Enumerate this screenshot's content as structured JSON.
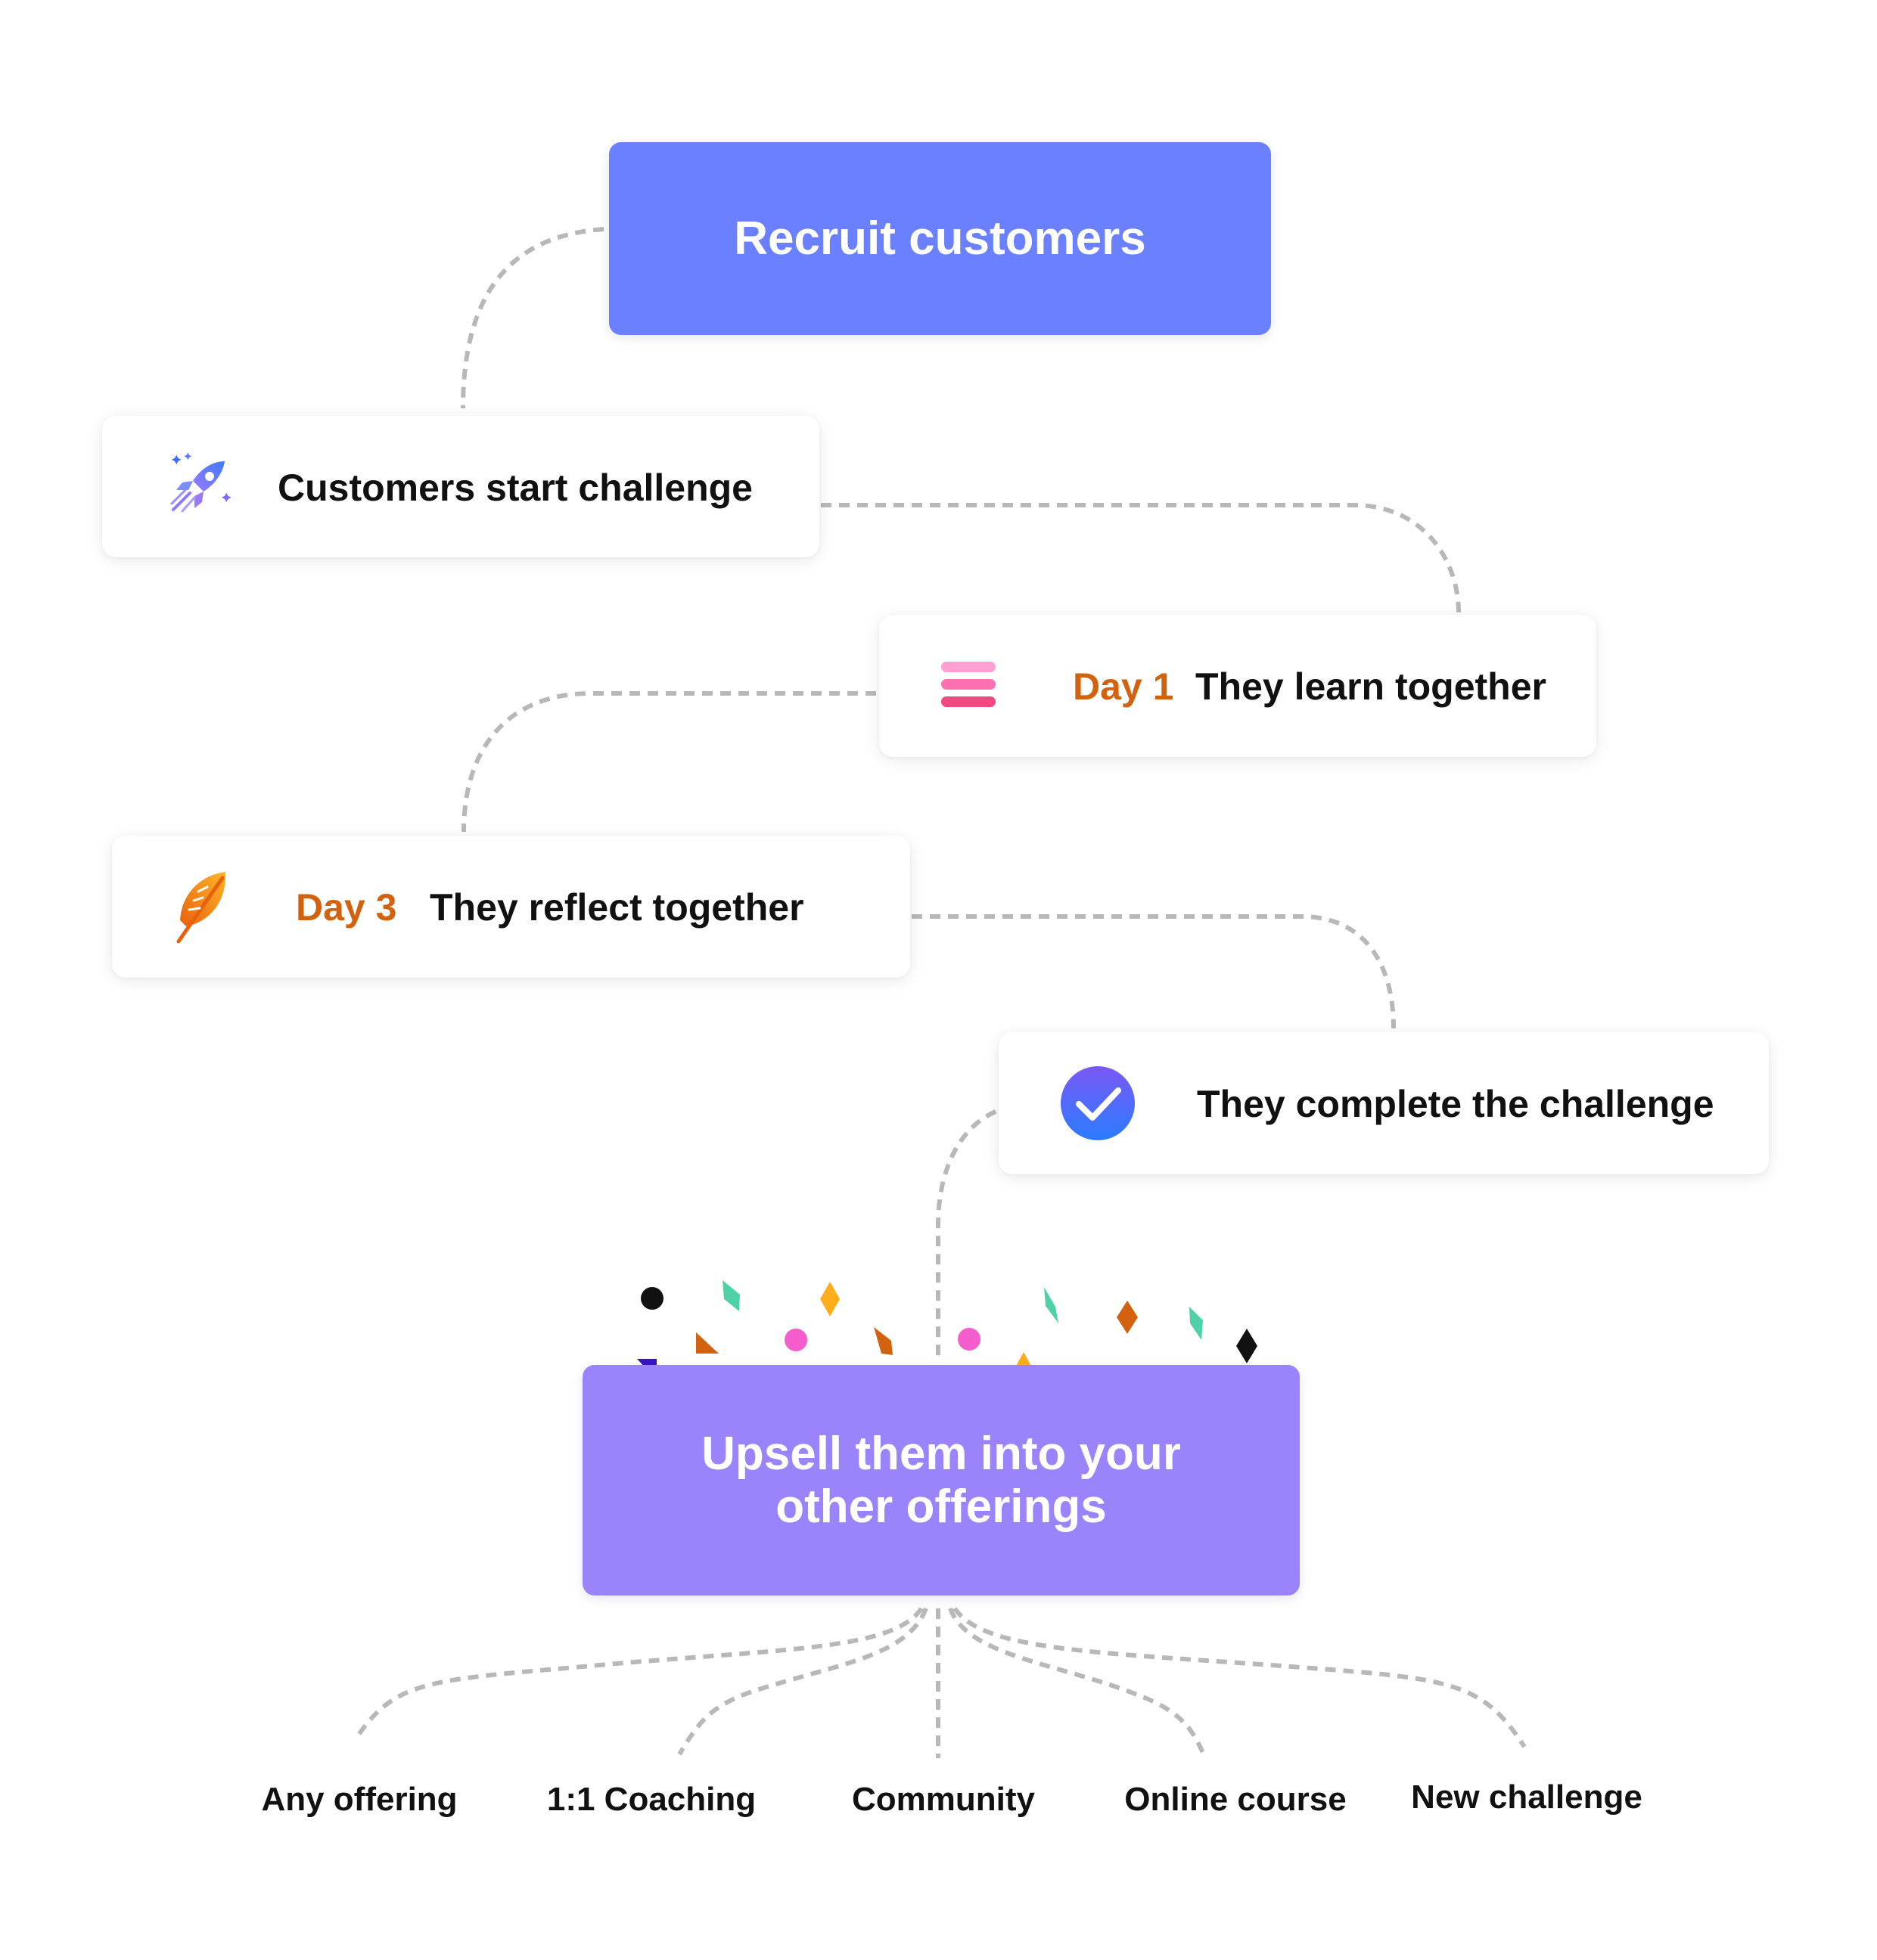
{
  "recruit": {
    "label": "Recruit customers"
  },
  "steps": [
    {
      "day": "",
      "label": "Customers start challenge",
      "icon": "rocket-icon"
    },
    {
      "day": "Day 1",
      "label": "They learn together",
      "icon": "stack-icon"
    },
    {
      "day": "Day 3",
      "label": "They reflect together",
      "icon": "feather-icon"
    },
    {
      "day": "",
      "label": "They complete the challenge",
      "icon": "check-circle-icon"
    }
  ],
  "upsell": {
    "label": "Upsell them into your other offerings"
  },
  "offerings": [
    "Any offering",
    "1:1 Coaching",
    "Community",
    "Online course",
    "New challenge"
  ],
  "colors": {
    "recruit_box": "#6b80ff",
    "upsell_box": "#9b83fb",
    "day_label": "#d3620f",
    "connector": "#b8b8b8"
  }
}
